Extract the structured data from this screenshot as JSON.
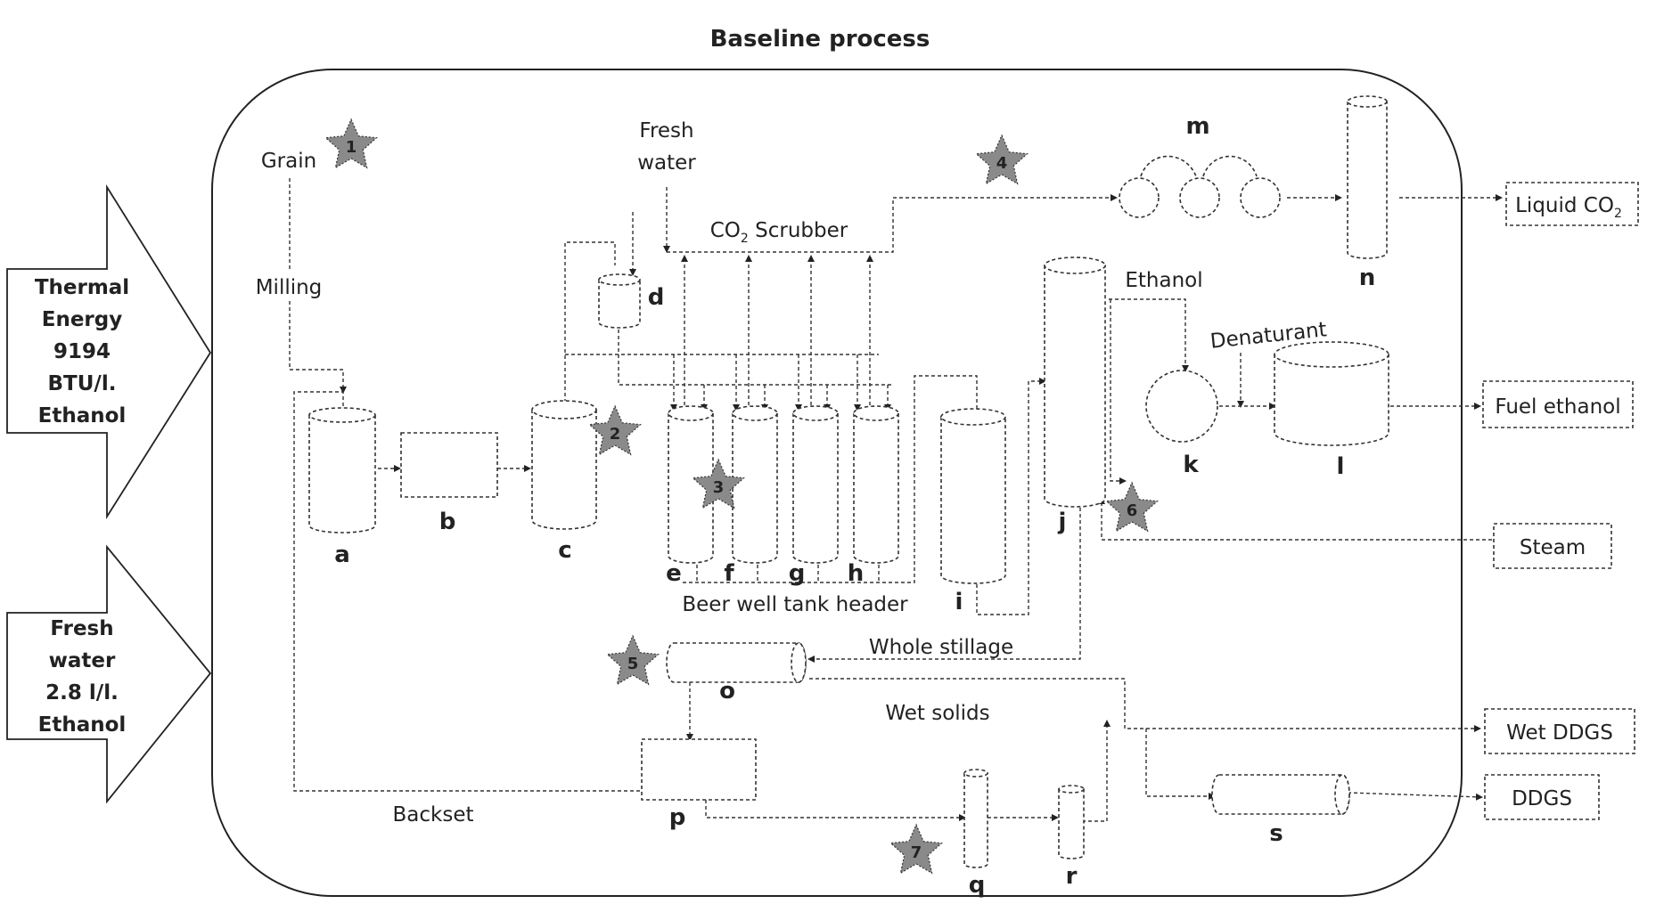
{
  "title": "Baseline process",
  "inputs": {
    "thermal": [
      "Thermal",
      "Energy",
      "9194",
      "BTU/l.",
      "Ethanol"
    ],
    "water": [
      "Fresh",
      "water",
      "2.8 l/l.",
      "Ethanol"
    ]
  },
  "outputs": {
    "liquid_co2": "Liquid CO",
    "liquid_co2_sub": "2",
    "fuel_ethanol": "Fuel ethanol",
    "steam": "Steam",
    "wet_ddgs": "Wet DDGS",
    "ddgs": "DDGS"
  },
  "labels": {
    "grain": "Grain",
    "milling": "Milling",
    "fresh_water": [
      "Fresh",
      "water"
    ],
    "co2_scrubber": "CO",
    "co2_scrubber_sub": "2",
    "co2_scrubber_rest": " Scrubber",
    "ethanol": "Ethanol",
    "denaturant": "Denaturant",
    "beer_well": "Beer well tank header",
    "whole_stillage": "Whole stillage",
    "wet_solids": "Wet solids",
    "backset": "Backset"
  },
  "units": [
    "a",
    "b",
    "c",
    "d",
    "e",
    "f",
    "g",
    "h",
    "i",
    "j",
    "k",
    "l",
    "m",
    "n",
    "o",
    "p",
    "q",
    "r",
    "s"
  ],
  "stars": [
    "1",
    "2",
    "3",
    "4",
    "5",
    "6",
    "7"
  ]
}
